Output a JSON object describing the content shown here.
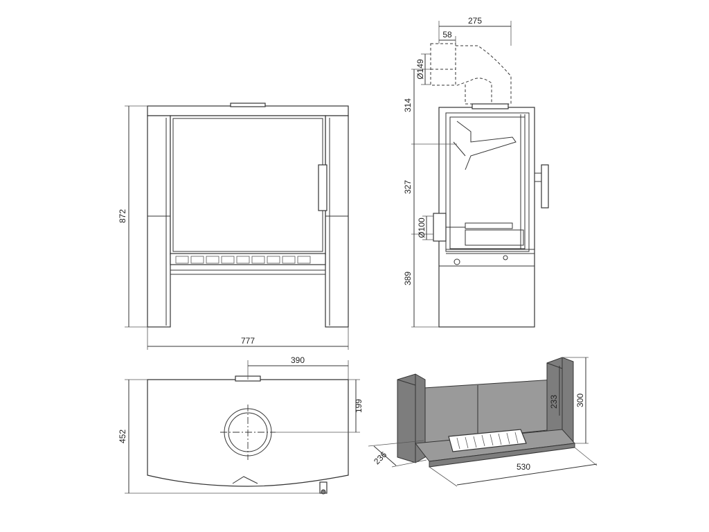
{
  "front_view": {
    "height_label": "872",
    "width_label": "777"
  },
  "side_view": {
    "top_width_label": "275",
    "offset_label": "58",
    "flue_diameter_label": "Ø149",
    "flue_height_label": "314",
    "middle_height_label": "327",
    "inlet_diameter_label": "Ø100",
    "base_height_label": "389"
  },
  "top_view": {
    "offset_label": "390",
    "depth_offset_label": "199",
    "depth_label": "452"
  },
  "firebox_view": {
    "inner_height_label": "233",
    "outer_height_label": "300",
    "depth_label": "236",
    "width_label": "530"
  }
}
